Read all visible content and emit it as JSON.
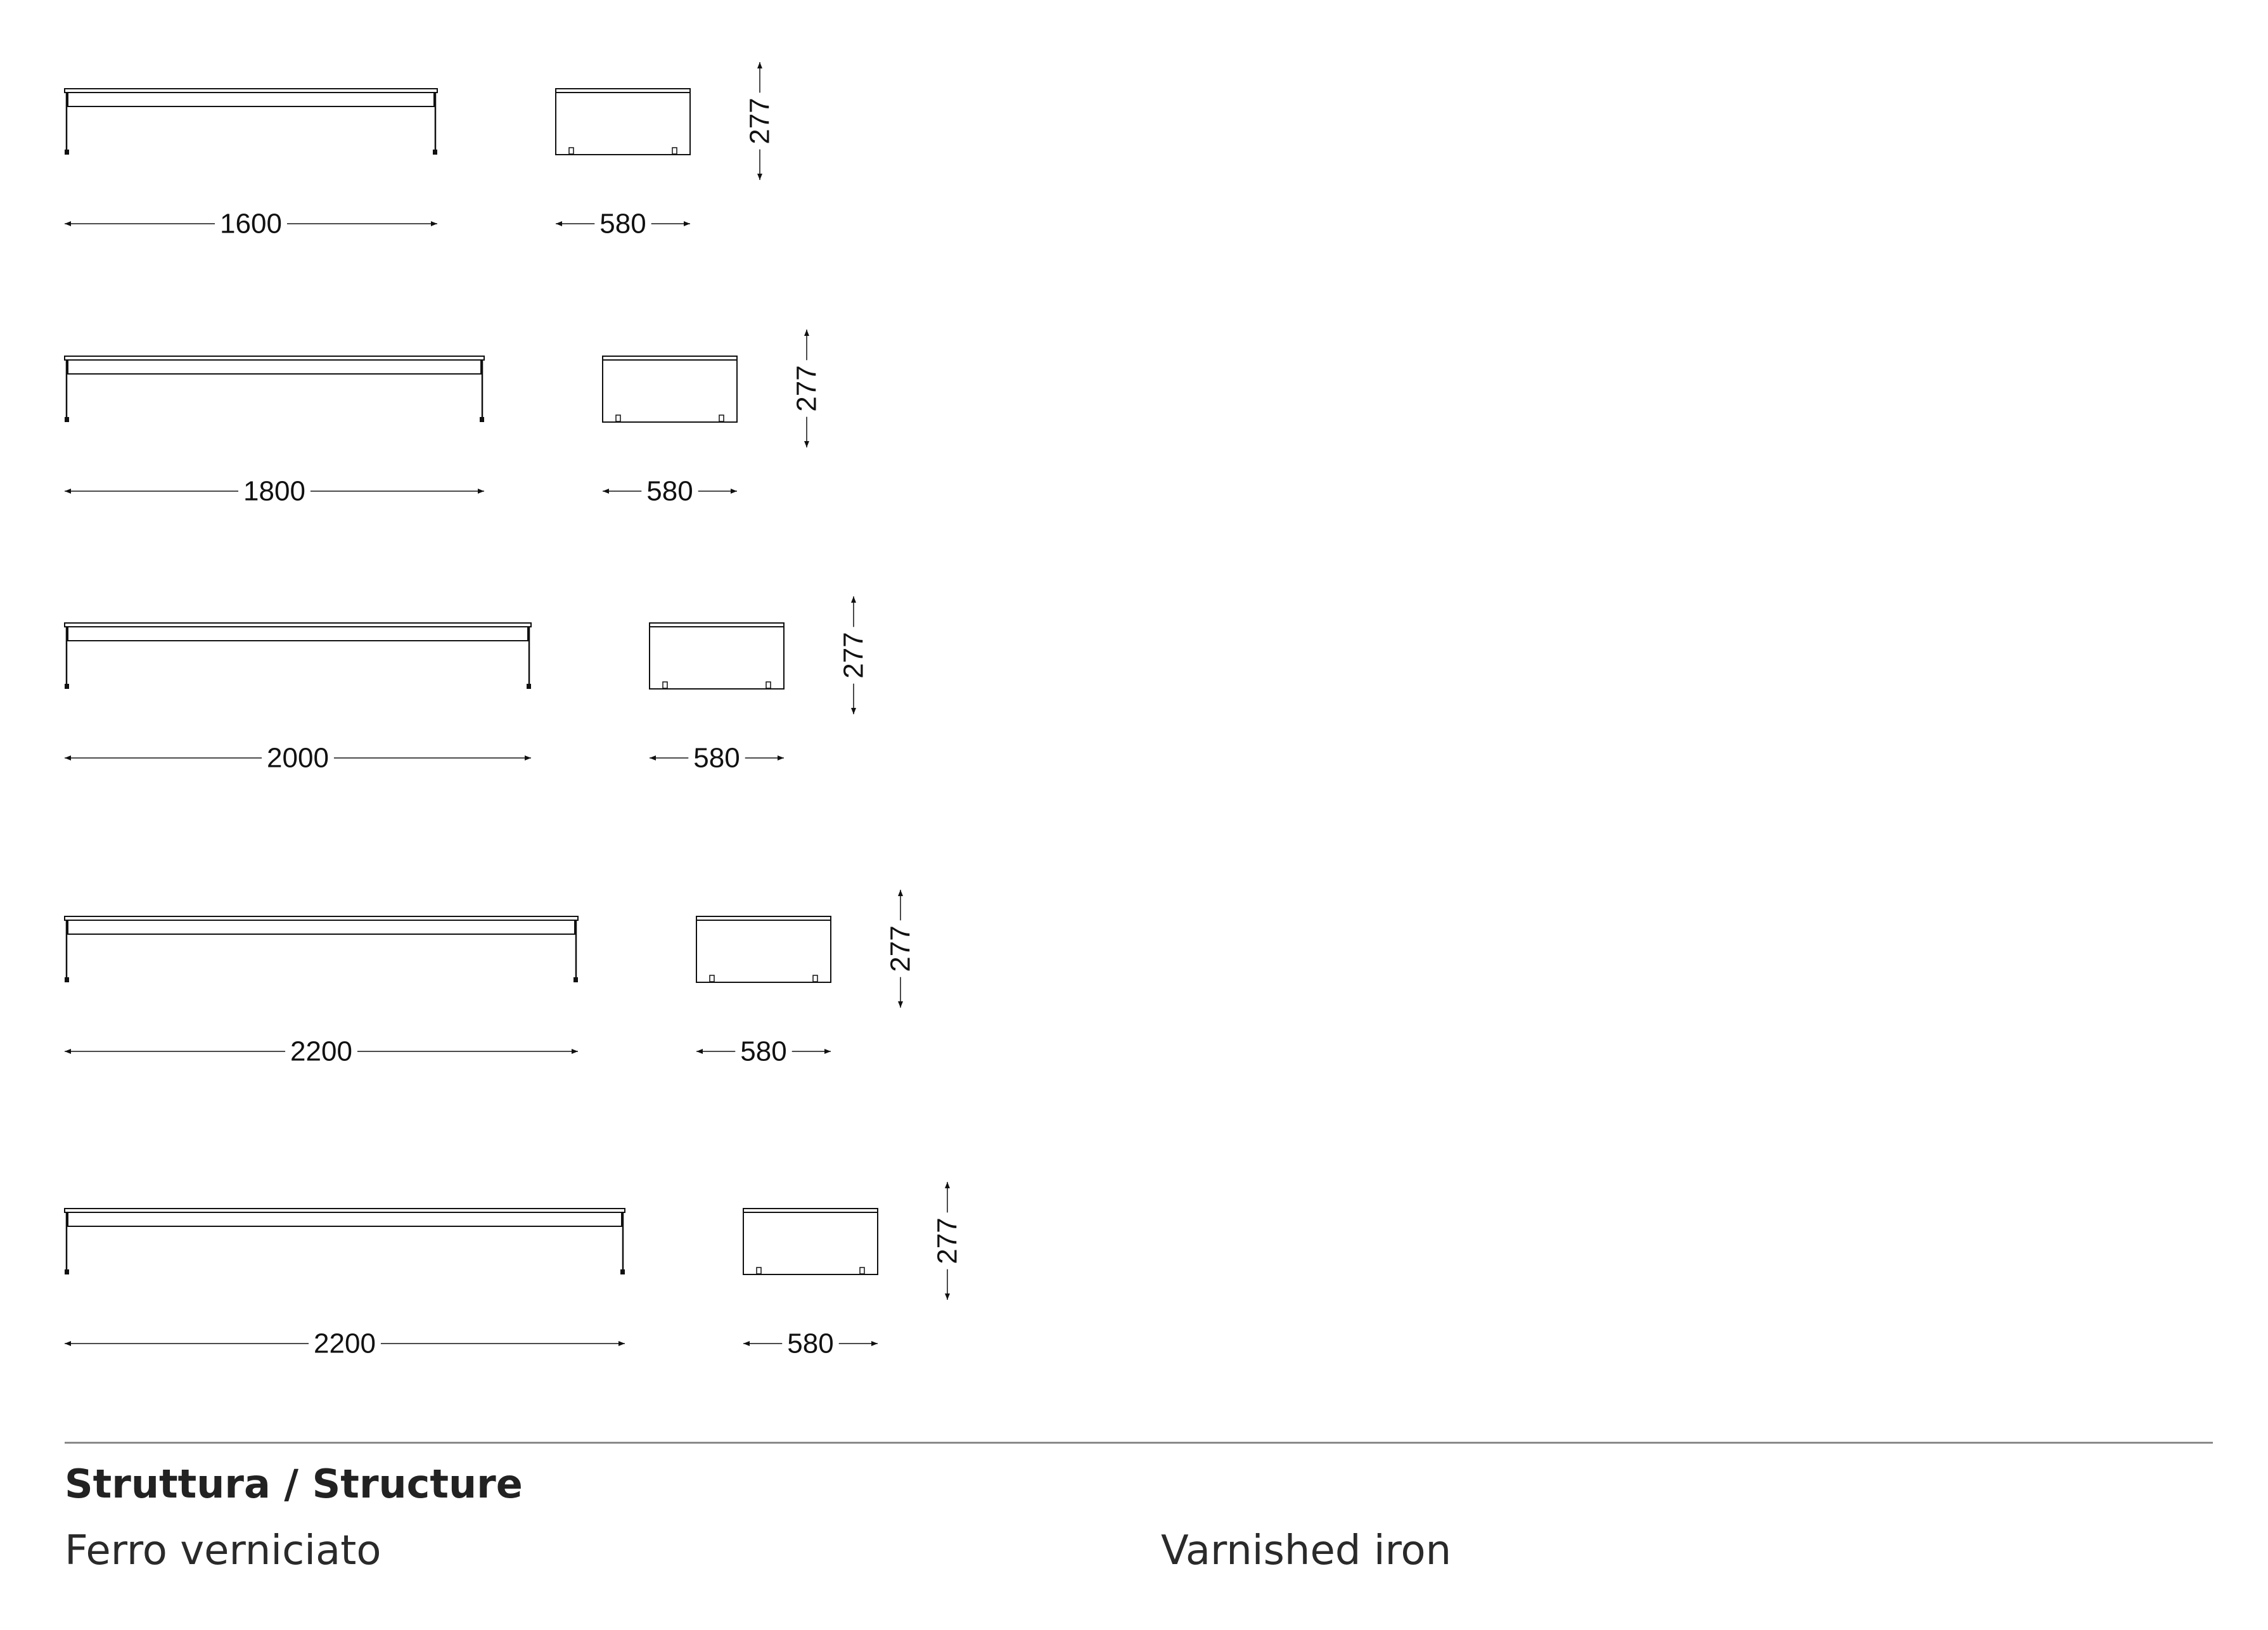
{
  "rows": [
    {
      "width_label": "1600",
      "depth_label": "580",
      "height_label": "277"
    },
    {
      "width_label": "1800",
      "depth_label": "580",
      "height_label": "277"
    },
    {
      "width_label": "2000",
      "depth_label": "580",
      "height_label": "277"
    },
    {
      "width_label": "2200",
      "depth_label": "580",
      "height_label": "277"
    },
    {
      "width_label": "2200",
      "depth_label": "580",
      "height_label": "277"
    }
  ],
  "footer": {
    "title": "Struttura / Structure",
    "material_it": "Ferro verniciato",
    "material_en": "Varnished iron"
  }
}
